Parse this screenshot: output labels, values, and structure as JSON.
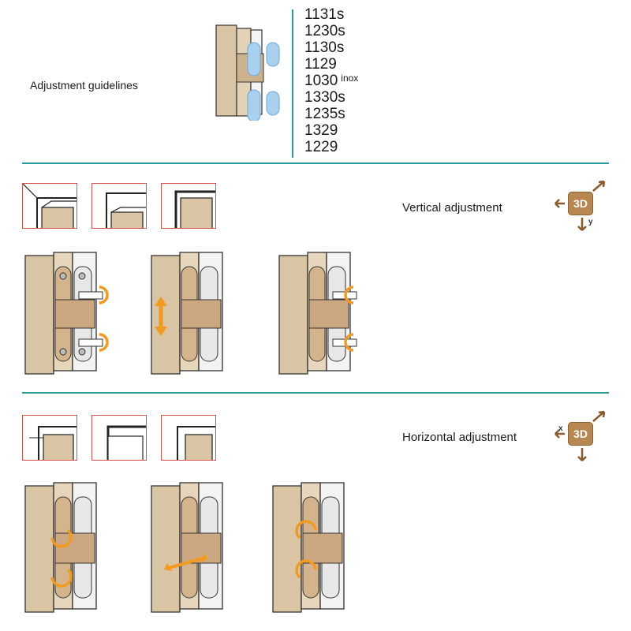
{
  "header": {
    "title": "Adjustment guidelines",
    "models": [
      {
        "code": "1131s",
        "suffix": ""
      },
      {
        "code": "1230s",
        "suffix": ""
      },
      {
        "code": "1130s",
        "suffix": ""
      },
      {
        "code": "1129",
        "suffix": ""
      },
      {
        "code": "1030",
        "suffix": "inox"
      },
      {
        "code": "1330s",
        "suffix": ""
      },
      {
        "code": "1235s",
        "suffix": ""
      },
      {
        "code": "1329",
        "suffix": ""
      },
      {
        "code": "1229",
        "suffix": ""
      }
    ]
  },
  "sections": {
    "vertical": {
      "title": "Vertical adjustment",
      "badge": "3D",
      "axis": "y"
    },
    "horizontal": {
      "title": "Horizontal adjustment",
      "badge": "3D",
      "axis": "x"
    }
  },
  "colors": {
    "accent": "#2a9d9a",
    "wood": "#d9c4a3",
    "metal": "#c9a27a",
    "arrow_orange": "#f39a1e",
    "badge_bronze": "#b8864f",
    "thumb_border": "#d9534f"
  },
  "icons": {
    "hinge": "concealed-hinge-illustration",
    "adjust": "3d-adjustment-icon"
  }
}
